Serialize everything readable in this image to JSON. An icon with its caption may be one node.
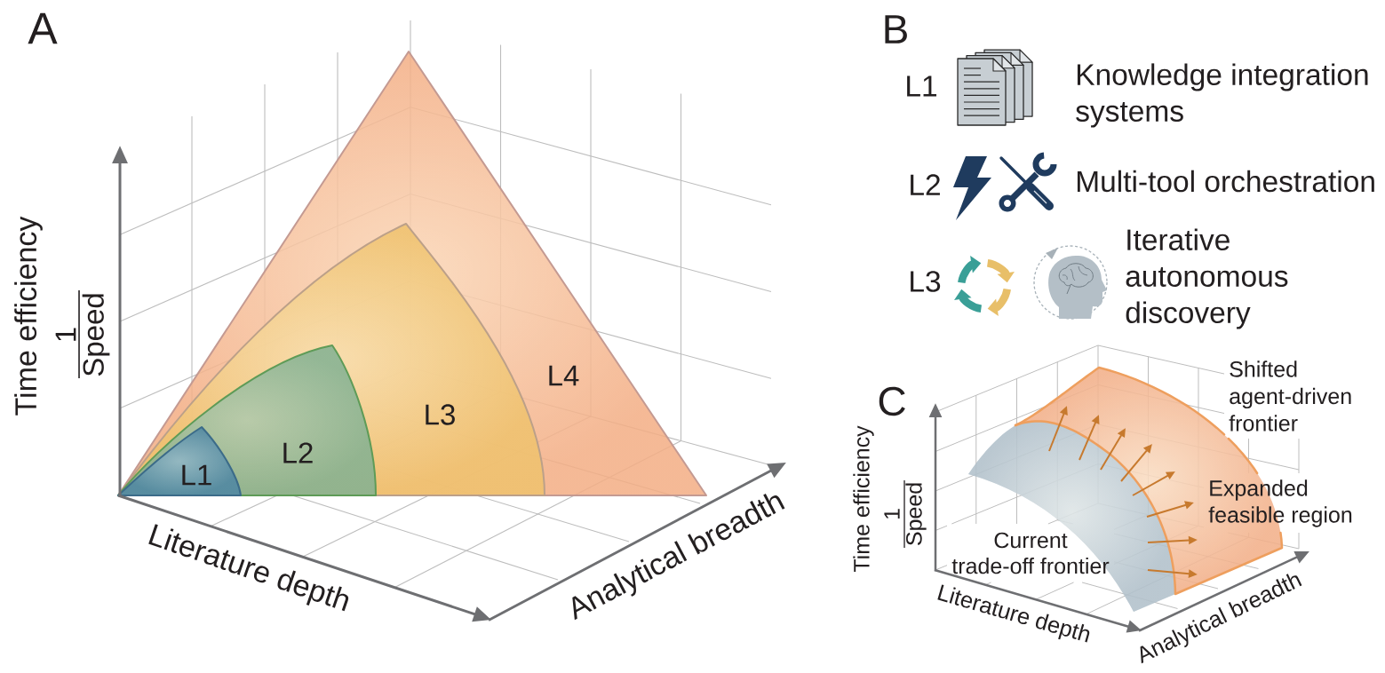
{
  "diagram": {
    "nodes": [
      {
        "text": [
          "L4"
        ]
      },
      {
        "text": [
          "L3"
        ],
        "in": 0
      },
      {
        "text": [
          "L2"
        ],
        "in": 1
      },
      {
        "text": [
          "L1"
        ],
        "in": 2
      }
    ],
    "labels": [
      "A",
      "Time efficiency",
      "1",
      "Speed",
      "Literature depth",
      "Analytical breadth",
      "B",
      "L1",
      "Knowledge integration systems",
      "L2",
      "Multi-tool orchestration",
      "L3",
      "Iterative autonomous discovery",
      "C",
      "Shifted agent-driven frontier",
      "Time efficiency",
      "1",
      "Speed",
      "Expanded feasible region",
      "Current trade-off frontier",
      "Literature depth",
      "Analytical breadth"
    ]
  }
}
